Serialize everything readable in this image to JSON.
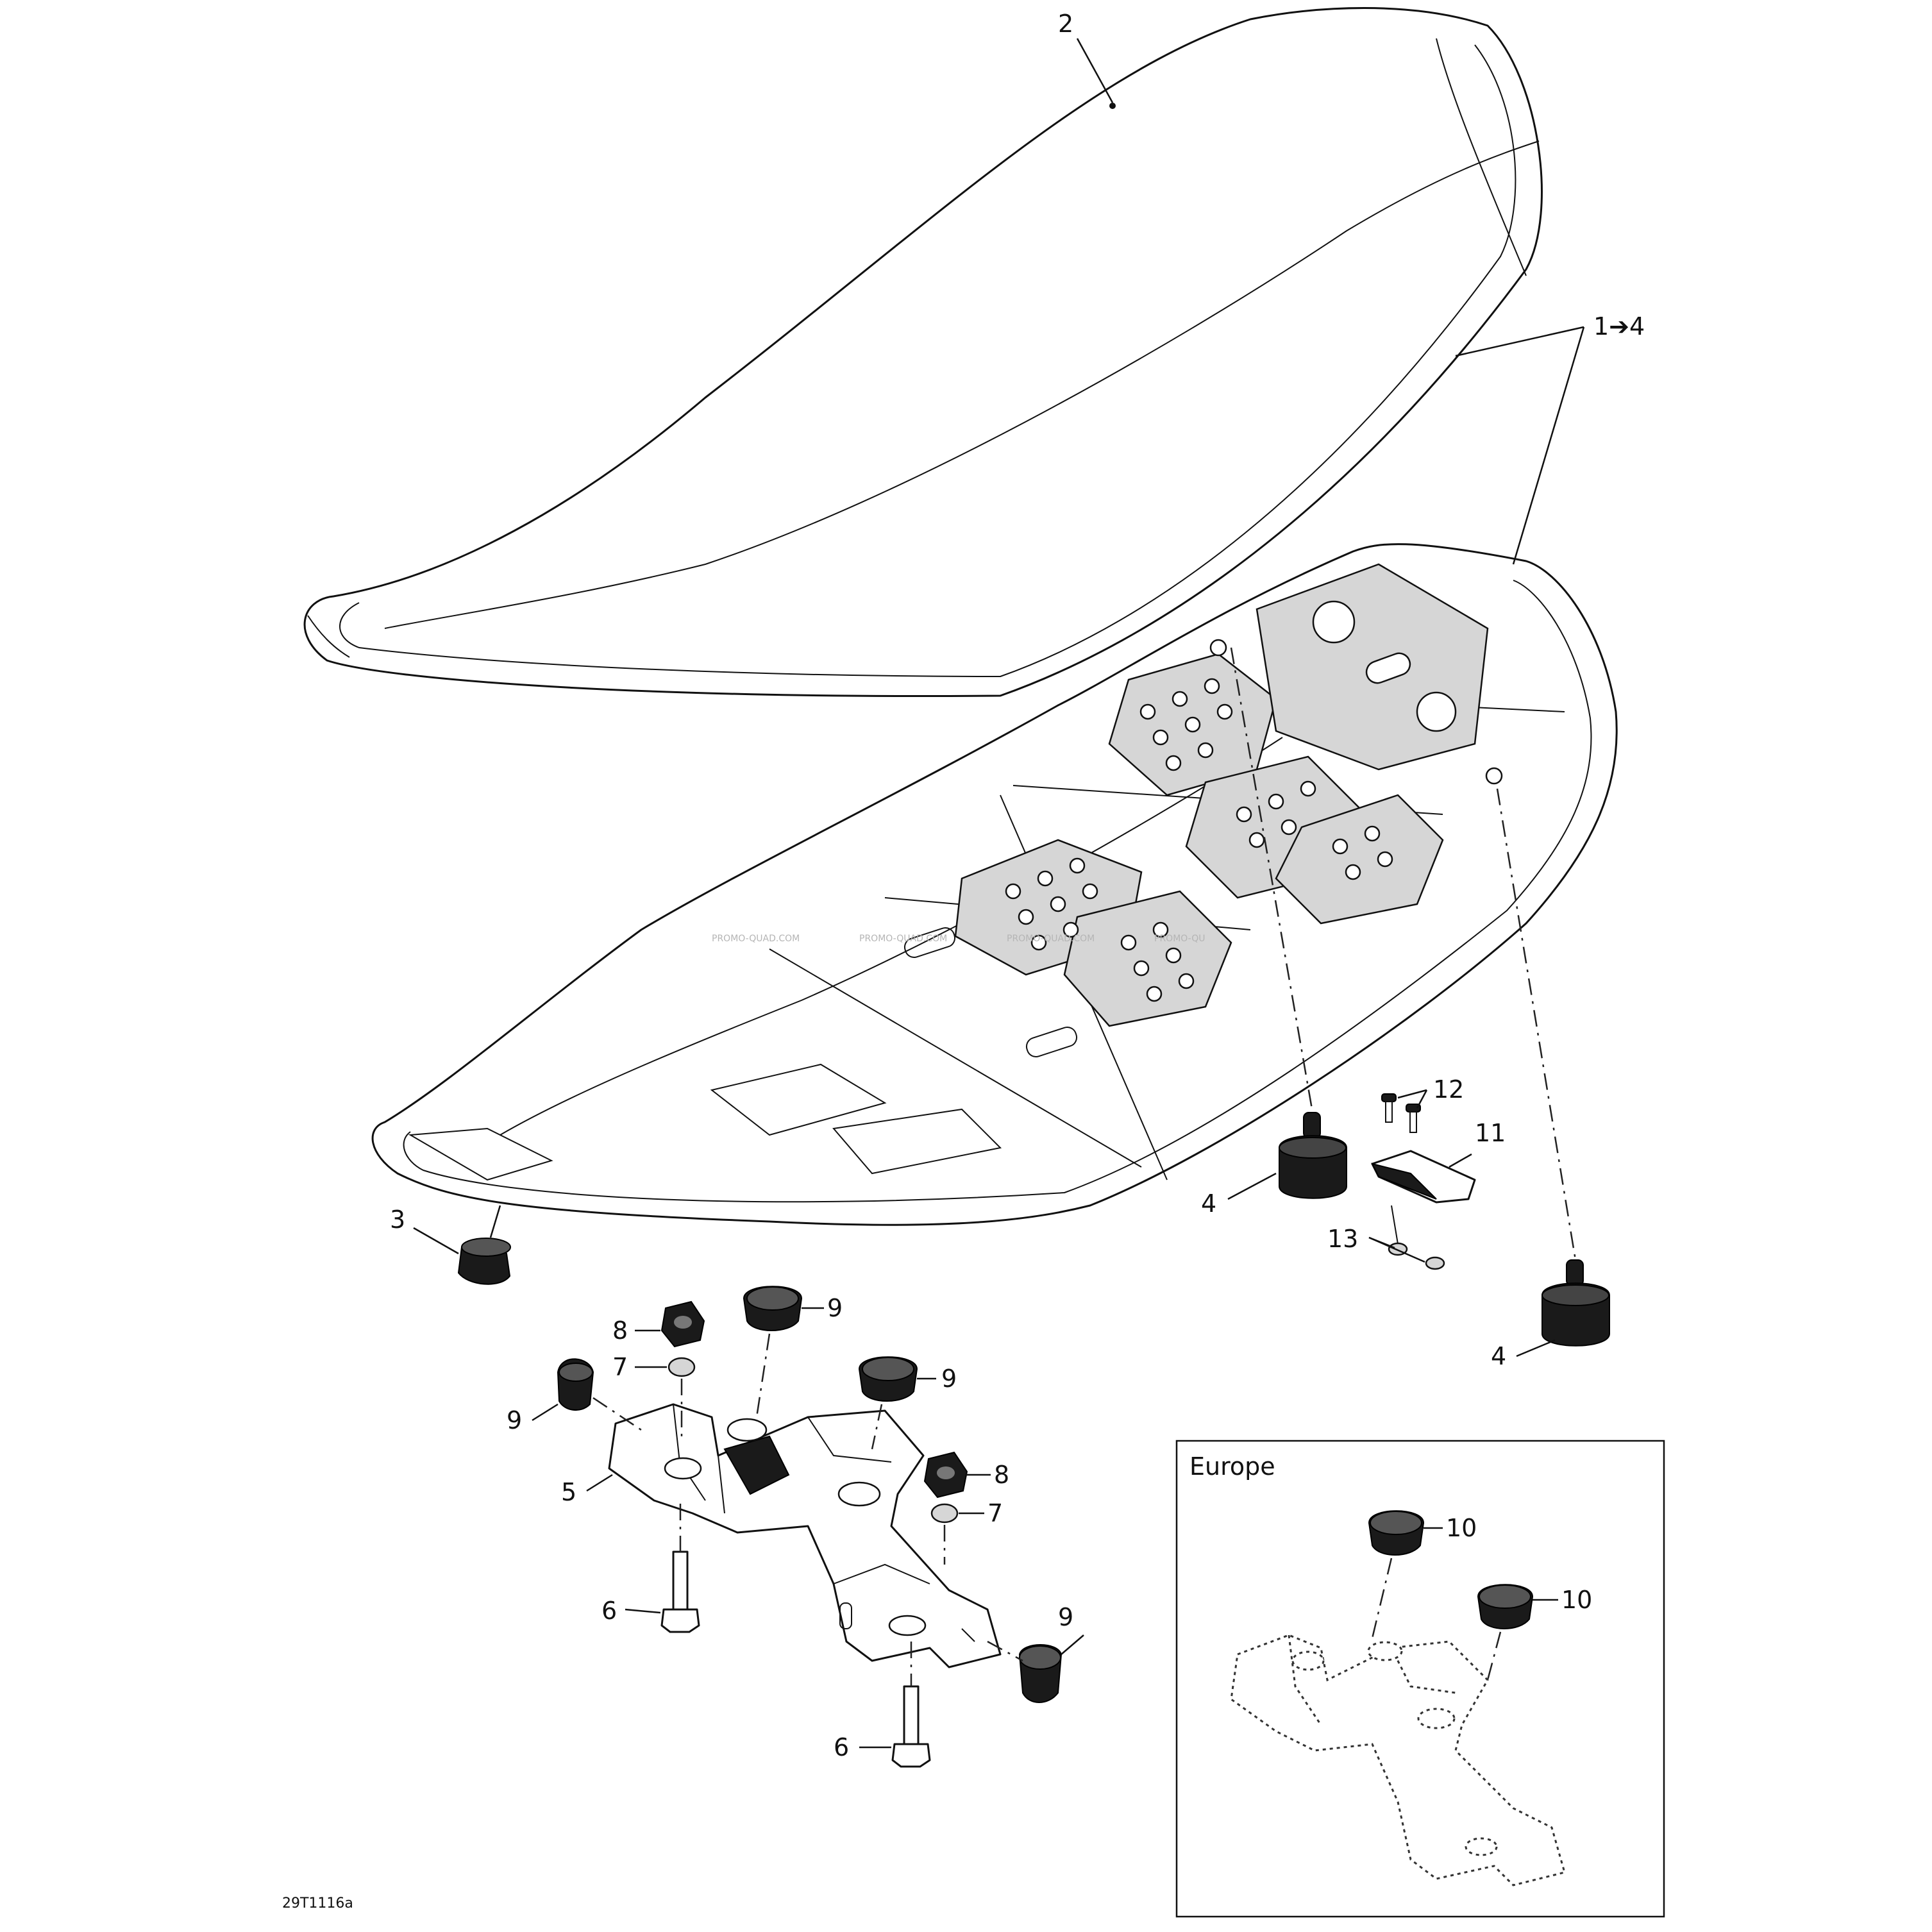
{
  "callouts": {
    "c2": "2",
    "c1to4": "1➔4",
    "c12": "12",
    "c11": "11",
    "c4a": "4",
    "c13": "13",
    "c3": "3",
    "c4b": "4",
    "c9a": "9",
    "c8a": "8",
    "c7a": "7",
    "c9b": "9",
    "c9c": "9",
    "c5": "5",
    "c8b": "8",
    "c7b": "7",
    "c6a": "6",
    "c9d": "9",
    "c6b": "6",
    "c10a": "10",
    "c10b": "10"
  },
  "inset": {
    "title": "Europe"
  },
  "drawing_id": "29T1116a",
  "watermark": [
    "PROMO-QUAD.COM",
    "PROMO-QUAD.COM",
    "PROMO-QUAD.COM",
    "PROMO-QU"
  ]
}
